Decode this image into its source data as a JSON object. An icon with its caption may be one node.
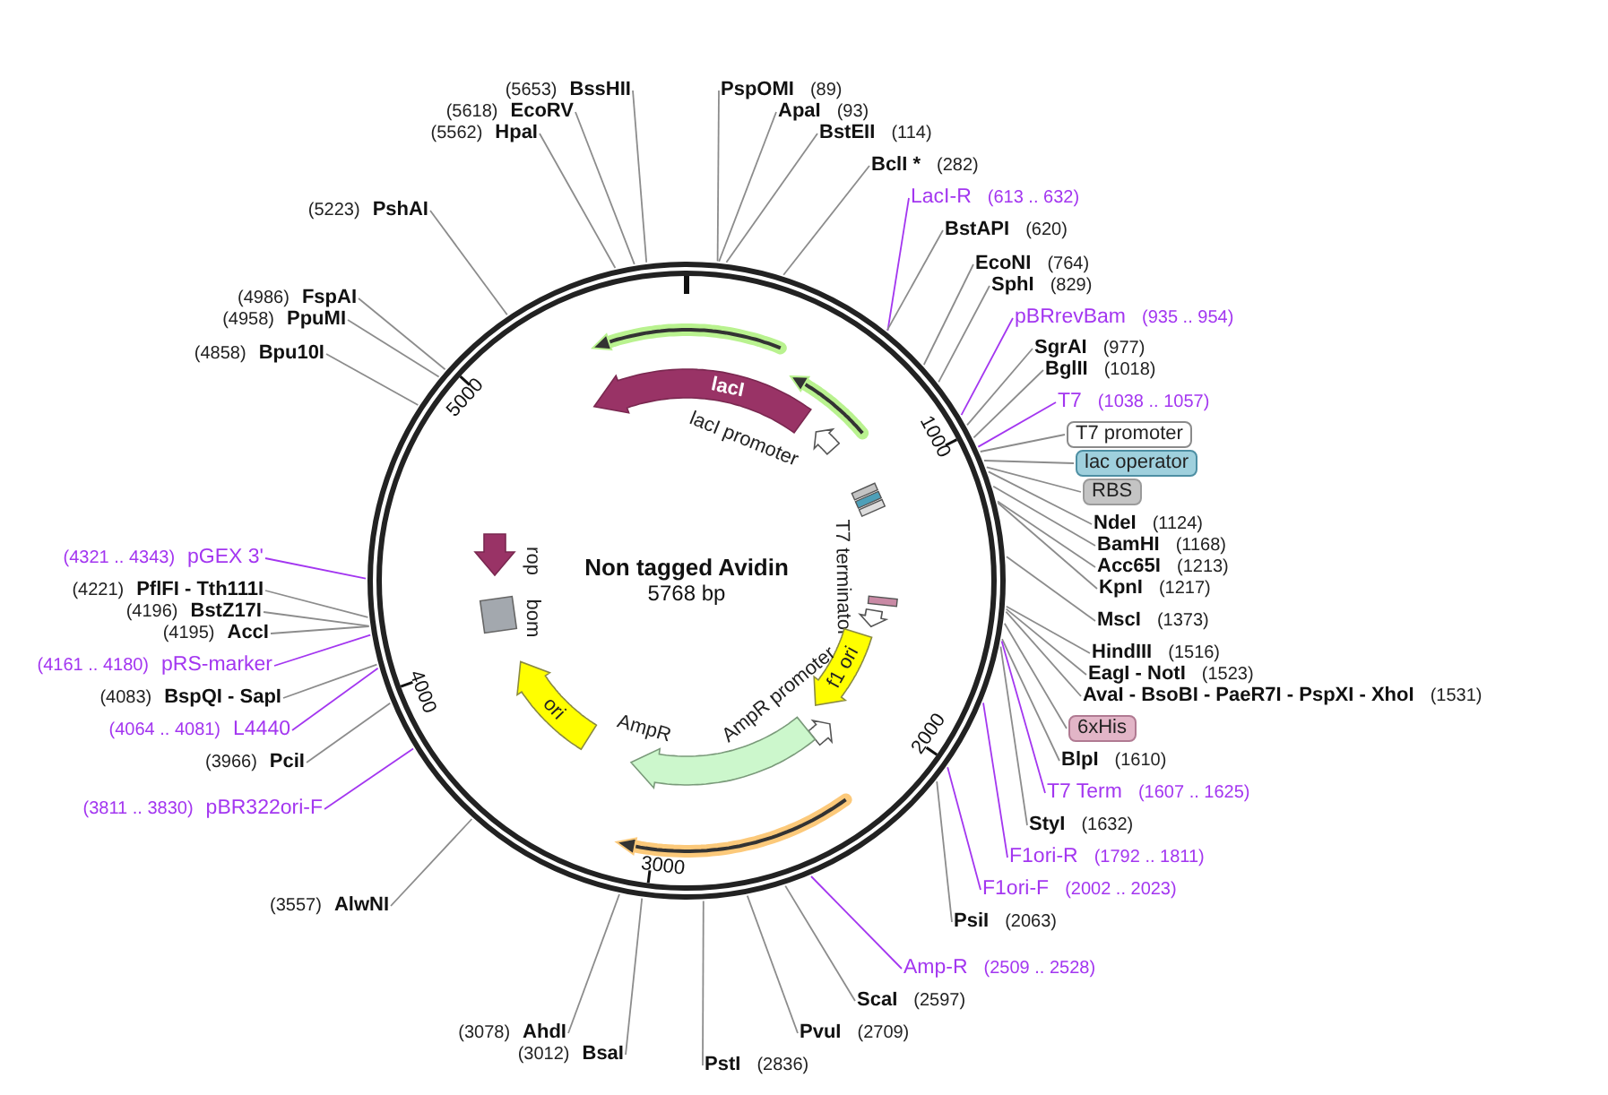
{
  "diagram": {
    "title": "Non tagged Avidin",
    "nodes": [
      {
        "text": [],
        "shape": "circle"
      },
      {
        "text": [
          "PspOMI",
          "(89)"
        ]
      },
      {
        "text": [
          "ApaI",
          "(93)"
        ]
      },
      {
        "text": [
          "BstEII",
          "(114)"
        ]
      },
      {
        "text": [
          "BclI *",
          "(282)"
        ]
      },
      {
        "text": [
          "LacI-R",
          "(613 .. 632)"
        ]
      },
      {
        "text": [
          "BstAPI",
          "(620)"
        ]
      },
      {
        "text": [
          "EcoNI",
          "(764)"
        ]
      },
      {
        "text": [
          "SphI",
          "(829)"
        ]
      },
      {
        "text": [
          "pBRrevBam",
          "(935 .. 954)"
        ]
      },
      {
        "text": [
          "SgrAI",
          "(977)"
        ]
      },
      {
        "text": [
          "BglII",
          "(1018)"
        ]
      },
      {
        "text": [
          "T7",
          "(1038 .. 1057)"
        ]
      },
      {
        "text": [
          "T7 promoter"
        ]
      },
      {
        "text": [
          "lac operator"
        ]
      },
      {
        "text": [
          "RBS"
        ]
      },
      {
        "text": [
          "NdeI",
          "(1124)"
        ]
      },
      {
        "text": [
          "BamHI",
          "(1168)"
        ]
      },
      {
        "text": [
          "Acc65I",
          "(1213)"
        ]
      },
      {
        "text": [
          "KpnI",
          "(1217)"
        ]
      },
      {
        "text": [
          "MscI",
          "(1373)"
        ]
      },
      {
        "text": [
          "HindIII",
          "(1516)"
        ]
      },
      {
        "text": [
          "EagI - NotI",
          "(1523)"
        ]
      },
      {
        "text": [
          "AvaI - BsoBI - PaeR7I - PspXI - XhoI",
          "(1531)"
        ]
      },
      {
        "text": [
          "6xHis"
        ]
      },
      {
        "text": [
          "BlpI",
          "(1610)"
        ]
      },
      {
        "text": [
          "T7 Term",
          "(1607 .. 1625)"
        ]
      },
      {
        "text": [
          "StyI",
          "(1632)"
        ]
      },
      {
        "text": [
          "F1ori-R",
          "(1792 .. 1811)"
        ]
      },
      {
        "text": [
          "F1ori-F",
          "(2002 .. 2023)"
        ]
      },
      {
        "text": [
          "PsiI",
          "(2063)"
        ]
      },
      {
        "text": [
          "Amp-R",
          "(2509 .. 2528)"
        ]
      },
      {
        "text": [
          "ScaI",
          "(2597)"
        ]
      },
      {
        "text": [
          "PvuI",
          "(2709)"
        ]
      },
      {
        "text": [
          "PstI",
          "(2836)"
        ]
      },
      {
        "text": [
          "(3012)",
          "BsaI"
        ]
      },
      {
        "text": [
          "(3078)",
          "AhdI"
        ]
      },
      {
        "text": [
          "(3557)",
          "AlwNI"
        ]
      },
      {
        "text": [
          "(3811 .. 3830)",
          "pBR322ori-F"
        ]
      },
      {
        "text": [
          "(3966)",
          "PciI"
        ]
      },
      {
        "text": [
          "(4064 .. 4081)",
          "L4440"
        ]
      },
      {
        "text": [
          "(4083)",
          "BspQI - SapI"
        ]
      },
      {
        "text": [
          "(4161 .. 4180)",
          "pRS-marker"
        ]
      },
      {
        "text": [
          "(4195)",
          "AccI"
        ]
      },
      {
        "text": [
          "(4196)",
          "BstZ17I"
        ]
      },
      {
        "text": [
          "(4221)",
          "PflFI - Tth111I"
        ]
      },
      {
        "text": [
          "(4321 .. 4343)",
          "pGEX 3'"
        ]
      },
      {
        "text": [
          "(4858)",
          "Bpu10I"
        ]
      },
      {
        "text": [
          "(4958)",
          "PpuMI"
        ]
      },
      {
        "text": [
          "(4986)",
          "FspAI"
        ]
      },
      {
        "text": [
          "(5223)",
          "PshAI"
        ]
      },
      {
        "text": [
          "(5562)",
          "HpaI"
        ]
      },
      {
        "text": [
          "(5618)",
          "EcoRV"
        ]
      },
      {
        "text": [
          "(5653)",
          "BssHII"
        ]
      },
      {
        "text": [
          "lacI"
        ],
        "in": 0
      },
      {
        "text": [
          "lacI promoter"
        ],
        "in": 0
      },
      {
        "text": [
          "T7 terminator"
        ],
        "in": 0
      },
      {
        "text": [
          "f1 ori"
        ],
        "in": 0
      },
      {
        "text": [
          "AmpR promoter"
        ],
        "in": 0
      },
      {
        "text": [
          "AmpR"
        ],
        "in": 0
      },
      {
        "text": [
          "ori"
        ],
        "in": 0
      },
      {
        "text": [
          "bom"
        ],
        "in": 0
      },
      {
        "text": [
          "rop"
        ],
        "in": 0
      },
      {
        "text": [],
        "shape": "arrow",
        "in": 0
      },
      {
        "text": [],
        "shape": "arrow",
        "in": 0
      },
      {
        "text": [],
        "shape": "arrow",
        "in": 0
      }
    ],
    "edges": [
      {
        "from": 1,
        "to": 0,
        "arrow": "none"
      },
      {
        "from": 2,
        "to": 0,
        "arrow": "none"
      },
      {
        "from": 3,
        "to": 0,
        "arrow": "none"
      },
      {
        "from": 4,
        "to": 0,
        "arrow": "none"
      },
      {
        "from": 5,
        "to": 0,
        "arrow": "none",
        "color": "#a336f0"
      },
      {
        "from": 6,
        "to": 0,
        "arrow": "none"
      },
      {
        "from": 7,
        "to": 0,
        "arrow": "none"
      },
      {
        "from": 8,
        "to": 0,
        "arrow": "none"
      },
      {
        "from": 9,
        "to": 0,
        "arrow": "none",
        "color": "#a336f0"
      },
      {
        "from": 10,
        "to": 0,
        "arrow": "none"
      },
      {
        "from": 11,
        "to": 0,
        "arrow": "none"
      },
      {
        "from": 12,
        "to": 0,
        "arrow": "none",
        "color": "#a336f0"
      },
      {
        "from": 13,
        "to": 0,
        "arrow": "none"
      },
      {
        "from": 14,
        "to": 0,
        "arrow": "none"
      },
      {
        "from": 15,
        "to": 0,
        "arrow": "none"
      },
      {
        "from": 16,
        "to": 0,
        "arrow": "none"
      },
      {
        "from": 17,
        "to": 0,
        "arrow": "none"
      },
      {
        "from": 18,
        "to": 0,
        "arrow": "none"
      },
      {
        "from": 19,
        "to": 0,
        "arrow": "none"
      },
      {
        "from": 20,
        "to": 0,
        "arrow": "none"
      },
      {
        "from": 21,
        "to": 0,
        "arrow": "none"
      },
      {
        "from": 22,
        "to": 0,
        "arrow": "none"
      },
      {
        "from": 23,
        "to": 0,
        "arrow": "none"
      },
      {
        "from": 24,
        "to": 0,
        "arrow": "none"
      },
      {
        "from": 25,
        "to": 0,
        "arrow": "none"
      },
      {
        "from": 26,
        "to": 0,
        "arrow": "none",
        "color": "#a336f0"
      },
      {
        "from": 27,
        "to": 0,
        "arrow": "none"
      },
      {
        "from": 28,
        "to": 0,
        "arrow": "none",
        "color": "#a336f0"
      },
      {
        "from": 29,
        "to": 0,
        "arrow": "none",
        "color": "#a336f0"
      },
      {
        "from": 30,
        "to": 0,
        "arrow": "none"
      },
      {
        "from": 31,
        "to": 0,
        "arrow": "none",
        "color": "#a336f0"
      },
      {
        "from": 32,
        "to": 0,
        "arrow": "none"
      },
      {
        "from": 33,
        "to": 0,
        "arrow": "none"
      },
      {
        "from": 34,
        "to": 0,
        "arrow": "none"
      },
      {
        "from": 35,
        "to": 0,
        "arrow": "none"
      },
      {
        "from": 36,
        "to": 0,
        "arrow": "none"
      },
      {
        "from": 37,
        "to": 0,
        "arrow": "none"
      },
      {
        "from": 38,
        "to": 0,
        "arrow": "none",
        "color": "#a336f0"
      },
      {
        "from": 39,
        "to": 0,
        "arrow": "none"
      },
      {
        "from": 40,
        "to": 0,
        "arrow": "none",
        "color": "#a336f0"
      },
      {
        "from": 41,
        "to": 0,
        "arrow": "none"
      },
      {
        "from": 42,
        "to": 0,
        "arrow": "none",
        "color": "#a336f0"
      },
      {
        "from": 43,
        "to": 0,
        "arrow": "none"
      },
      {
        "from": 44,
        "to": 0,
        "arrow": "none"
      },
      {
        "from": 45,
        "to": 0,
        "arrow": "none"
      },
      {
        "from": 46,
        "to": 0,
        "arrow": "none",
        "color": "#a336f0"
      },
      {
        "from": 47,
        "to": 0,
        "arrow": "none"
      },
      {
        "from": 48,
        "to": 0,
        "arrow": "none"
      },
      {
        "from": 49,
        "to": 0,
        "arrow": "none"
      },
      {
        "from": 50,
        "to": 0,
        "arrow": "none"
      },
      {
        "from": 51,
        "to": 0,
        "arrow": "none"
      },
      {
        "from": 52,
        "to": 0,
        "arrow": "none"
      },
      {
        "from": 53,
        "to": 0,
        "arrow": "none"
      }
    ],
    "labels": [
      "5768 bp",
      "1000",
      "2000",
      "3000",
      "4000",
      "5000"
    ]
  }
}
